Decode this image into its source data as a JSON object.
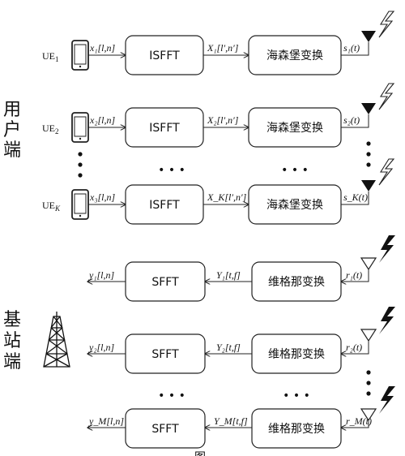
{
  "user_side_label": [
    "用",
    "户",
    "端"
  ],
  "base_side_label": [
    "基",
    "站",
    "端"
  ],
  "uplink_rows": [
    {
      "ue": "UE",
      "ue_sub": "1",
      "x": "x₁[l,n]",
      "X": "X₁[l′,n′]",
      "isfft": "ISFFT",
      "transform": "海森堡变换",
      "s": "s₁(t)"
    },
    {
      "ue": "UE",
      "ue_sub": "2",
      "x": "x₂[l,n]",
      "X": "X₂[l′,n′]",
      "isfft": "ISFFT",
      "transform": "海森堡变换",
      "s": "s₂(t)"
    },
    {
      "ue": "UE",
      "ue_sub": "K",
      "x": "x₃[l,n]",
      "X": "X_K[l′,n′]",
      "isfft": "ISFFT",
      "transform": "海森堡变换",
      "s": "s_K(t)"
    }
  ],
  "downlink_rows": [
    {
      "y": "y₁[l,n]",
      "Y": "Y₁[t,f]",
      "sfft": "SFFT",
      "transform": "维格那变换",
      "r": "r₁(t)"
    },
    {
      "y": "y₂[l,n]",
      "Y": "Y₂[t,f]",
      "sfft": "SFFT",
      "transform": "维格那变换",
      "r": "r₂(t)"
    },
    {
      "y": "y_M[l,n]",
      "Y": "Y_M[t,f]",
      "sfft": "SFFT",
      "transform": "维格那变换",
      "r": "r_M(t)"
    }
  ],
  "ellipsis": "• • •",
  "icons": {
    "phone": "phone-icon",
    "antenna": "antenna-icon",
    "lightning": "lightning-icon",
    "tower": "tower-icon"
  },
  "footer_partial": "图"
}
